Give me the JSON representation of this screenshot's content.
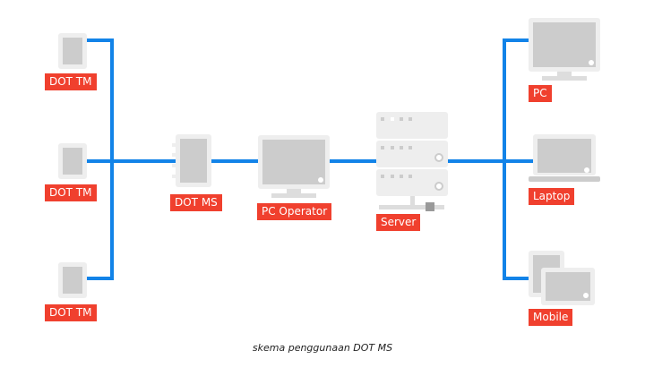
{
  "colors": {
    "link": "#1283e8",
    "label_bg": "#f0402e",
    "device_frame": "#eeeeee",
    "device_screen": "#cccccc"
  },
  "nodes": {
    "dot_tm_1": "DOT TM",
    "dot_tm_2": "DOT TM",
    "dot_tm_3": "DOT TM",
    "dot_ms": "DOT MS",
    "pc_operator": "PC Operator",
    "server": "Server",
    "pc": "PC",
    "laptop": "Laptop",
    "mobile": "Mobile"
  },
  "caption": "skema penggunaan DOT MS"
}
